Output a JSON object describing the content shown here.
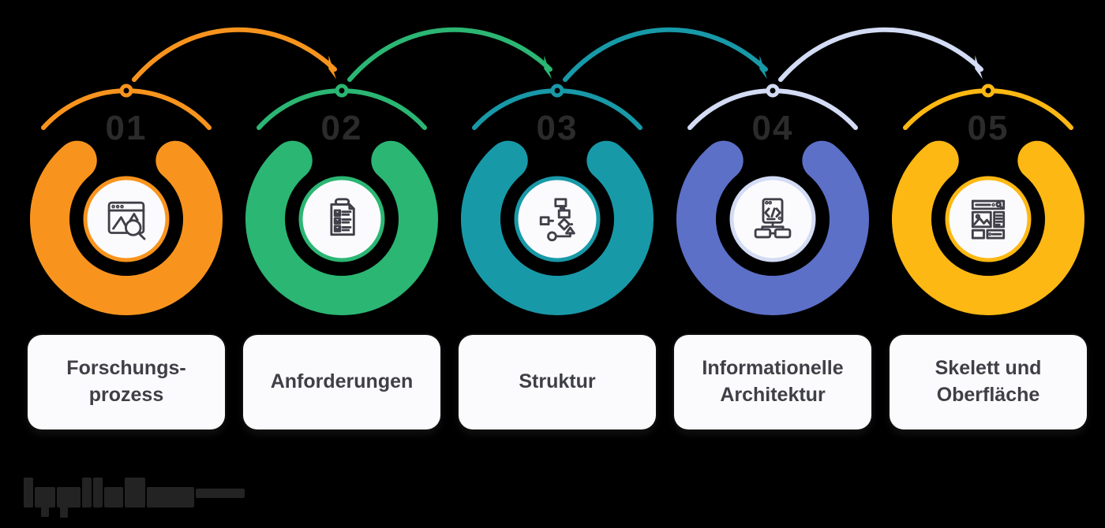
{
  "background_color": "#000000",
  "steps": [
    {
      "number": "01",
      "label": "Forschungs-\nprozess",
      "icon": "research-analytics-icon",
      "fill": "#F8941D",
      "accent": "#F8941D"
    },
    {
      "number": "02",
      "label": "Anforderungen",
      "icon": "requirements-checklist-icon",
      "fill": "#2BB673",
      "accent": "#2BB673"
    },
    {
      "number": "03",
      "label": "Struktur",
      "icon": "structure-flowchart-icon",
      "fill": "#1899A8",
      "accent": "#1899A8"
    },
    {
      "number": "04",
      "label": "Informationelle\nArchitektur",
      "icon": "information-architecture-icon",
      "fill": "#5C70C8",
      "accent": "#D3DCF4"
    },
    {
      "number": "05",
      "label": "Skelett und\nOberfläche",
      "icon": "wireframe-layout-icon",
      "fill": "#FDB813",
      "accent": "#FDB813"
    }
  ],
  "arrows": [
    {
      "from": "01",
      "to": "02",
      "color": "#F8941D"
    },
    {
      "from": "02",
      "to": "03",
      "color": "#2BB673"
    },
    {
      "from": "03",
      "to": "04",
      "color": "#1899A8"
    },
    {
      "from": "04",
      "to": "05",
      "color": "#D3DCF4"
    }
  ],
  "card": {
    "background": "#FBFBFD",
    "text_color": "#3F3F46"
  },
  "number_color": "#2B2B2B"
}
